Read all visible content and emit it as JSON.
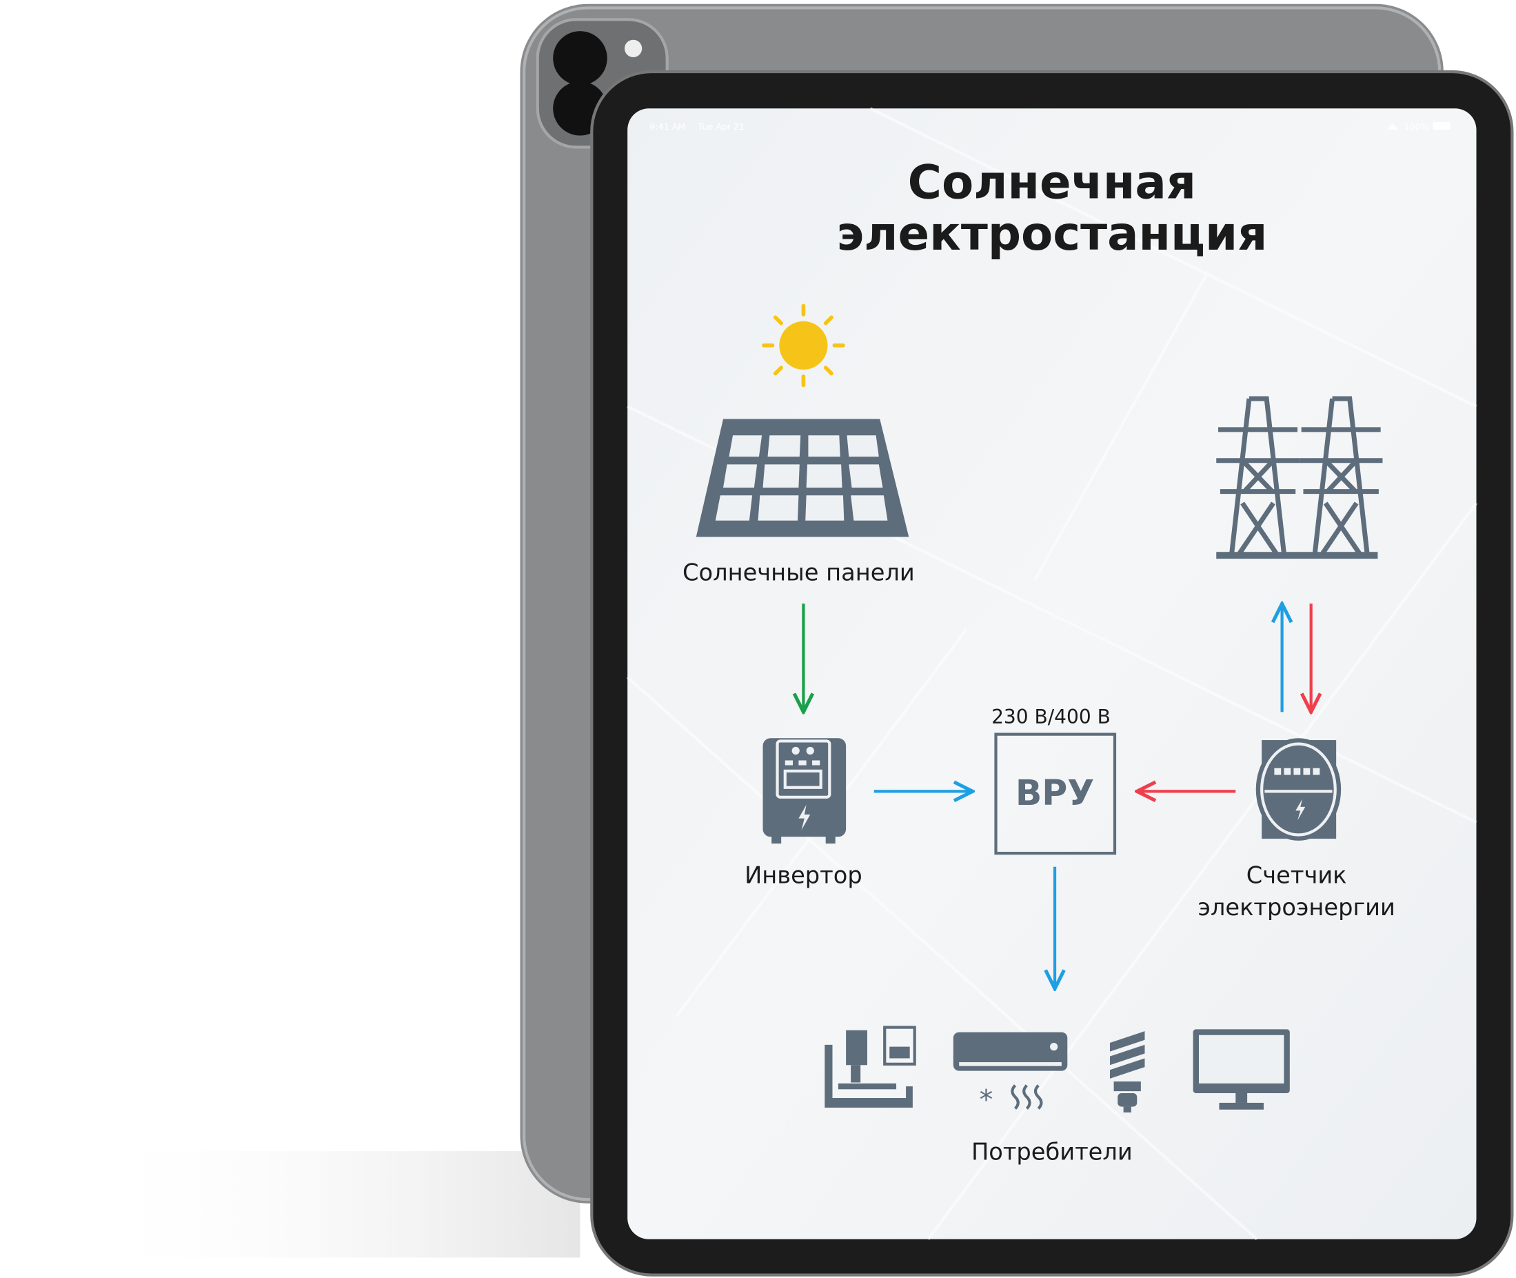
{
  "status_bar": {
    "time": "9:41 AM",
    "date": "Tue Apr 21",
    "battery": "100%",
    "wifi_icon": "wifi-icon",
    "battery_icon": "battery-icon"
  },
  "title_line1": "Солнечная",
  "title_line2": "электростанция",
  "nodes": {
    "panels": {
      "label": "Солнечные панели",
      "icon": "solar-panel-icon"
    },
    "inverter": {
      "label": "Инвертор",
      "icon": "inverter-icon"
    },
    "switchboard": {
      "label": "ВРУ",
      "voltage": "230 В/400 В"
    },
    "meter": {
      "label_line1": "Счетчик",
      "label_line2": "электроэнергии",
      "icon": "electric-meter-icon"
    },
    "grid": {
      "icon": "power-tower-icon"
    },
    "consumers": {
      "label": "Потребители",
      "icons": [
        "cnc-machine-icon",
        "air-conditioner-icon",
        "lightbulb-icon",
        "monitor-icon"
      ]
    }
  },
  "colors": {
    "icon": "#5e6d7c",
    "blue": "#1e9fe3",
    "red": "#ef3f4c",
    "green": "#1aa04a",
    "sun": "#f6c419"
  }
}
